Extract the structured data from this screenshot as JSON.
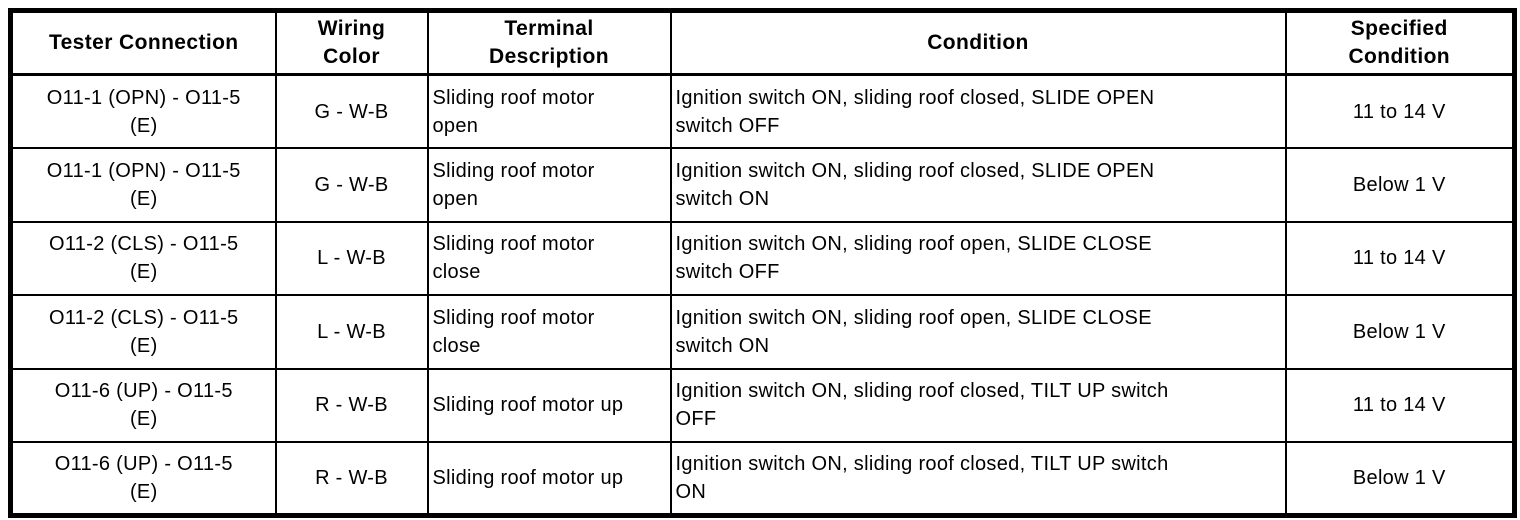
{
  "colors": {
    "border": "#000000",
    "text": "#000000",
    "background": "#ffffff"
  },
  "table": {
    "headers": {
      "tester_connection": "Tester Connection",
      "wiring_color": "Wiring\nColor",
      "terminal_description": "Terminal\nDescription",
      "condition": "Condition",
      "specified_condition": "Specified\nCondition"
    },
    "rows": [
      {
        "tester_connection": "O11-1 (OPN) - O11-5\n(E)",
        "wiring_color": "G - W-B",
        "terminal_description": "Sliding roof motor\nopen",
        "condition": "Ignition switch ON, sliding roof closed, SLIDE OPEN\nswitch OFF",
        "specified_condition": "11 to 14 V"
      },
      {
        "tester_connection": "O11-1 (OPN) - O11-5\n(E)",
        "wiring_color": "G - W-B",
        "terminal_description": "Sliding roof motor\nopen",
        "condition": "Ignition switch ON, sliding roof closed, SLIDE OPEN\nswitch ON",
        "specified_condition": "Below 1 V"
      },
      {
        "tester_connection": "O11-2 (CLS) - O11-5\n(E)",
        "wiring_color": "L - W-B",
        "terminal_description": "Sliding roof motor\nclose",
        "condition": "Ignition switch ON, sliding roof open, SLIDE CLOSE\nswitch OFF",
        "specified_condition": "11 to 14 V"
      },
      {
        "tester_connection": "O11-2 (CLS) - O11-5\n(E)",
        "wiring_color": "L - W-B",
        "terminal_description": "Sliding roof motor\nclose",
        "condition": "Ignition switch ON, sliding roof open, SLIDE CLOSE\nswitch ON",
        "specified_condition": "Below 1 V"
      },
      {
        "tester_connection": "O11-6 (UP) - O11-5\n(E)",
        "wiring_color": "R - W-B",
        "terminal_description": "Sliding roof motor up",
        "condition": "Ignition switch ON, sliding roof closed, TILT UP switch\nOFF",
        "specified_condition": "11 to 14 V"
      },
      {
        "tester_connection": "O11-6 (UP) - O11-5\n(E)",
        "wiring_color": "R - W-B",
        "terminal_description": "Sliding roof motor up",
        "condition": "Ignition switch ON, sliding roof closed, TILT UP switch\nON",
        "specified_condition": "Below 1 V"
      }
    ]
  }
}
